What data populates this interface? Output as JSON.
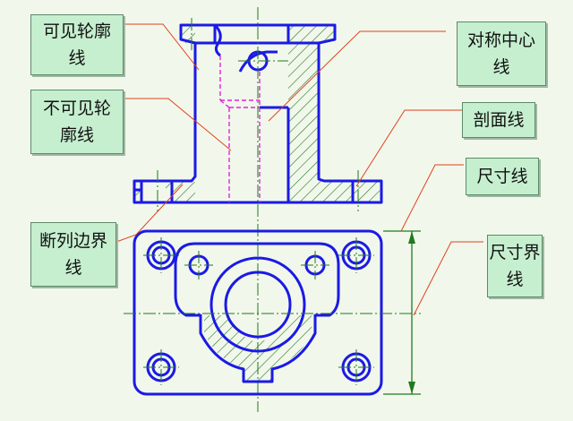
{
  "colors": {
    "background": "#f2f7eb",
    "label_fill": "#c6efcf",
    "label_border": "#5c8a68",
    "visible_line": "#1a1ae6",
    "hidden_line": "#e024e0",
    "center_line": "#1f7a1f",
    "hatch_line": "#1f7a1f",
    "dimension_line": "#1f7a1f",
    "leader_line": "#e0421e"
  },
  "labels": {
    "visible_outline": [
      "可见轮廓",
      "线"
    ],
    "hidden_outline": [
      "不可见轮",
      "廓线"
    ],
    "break_boundary": [
      "断列边界",
      "线"
    ],
    "symmetry_center": [
      "对称中心",
      "线"
    ],
    "section_line": [
      "剖面线"
    ],
    "dimension_line": [
      "尺寸线"
    ],
    "extension_line": [
      "尺寸界",
      "线"
    ]
  }
}
